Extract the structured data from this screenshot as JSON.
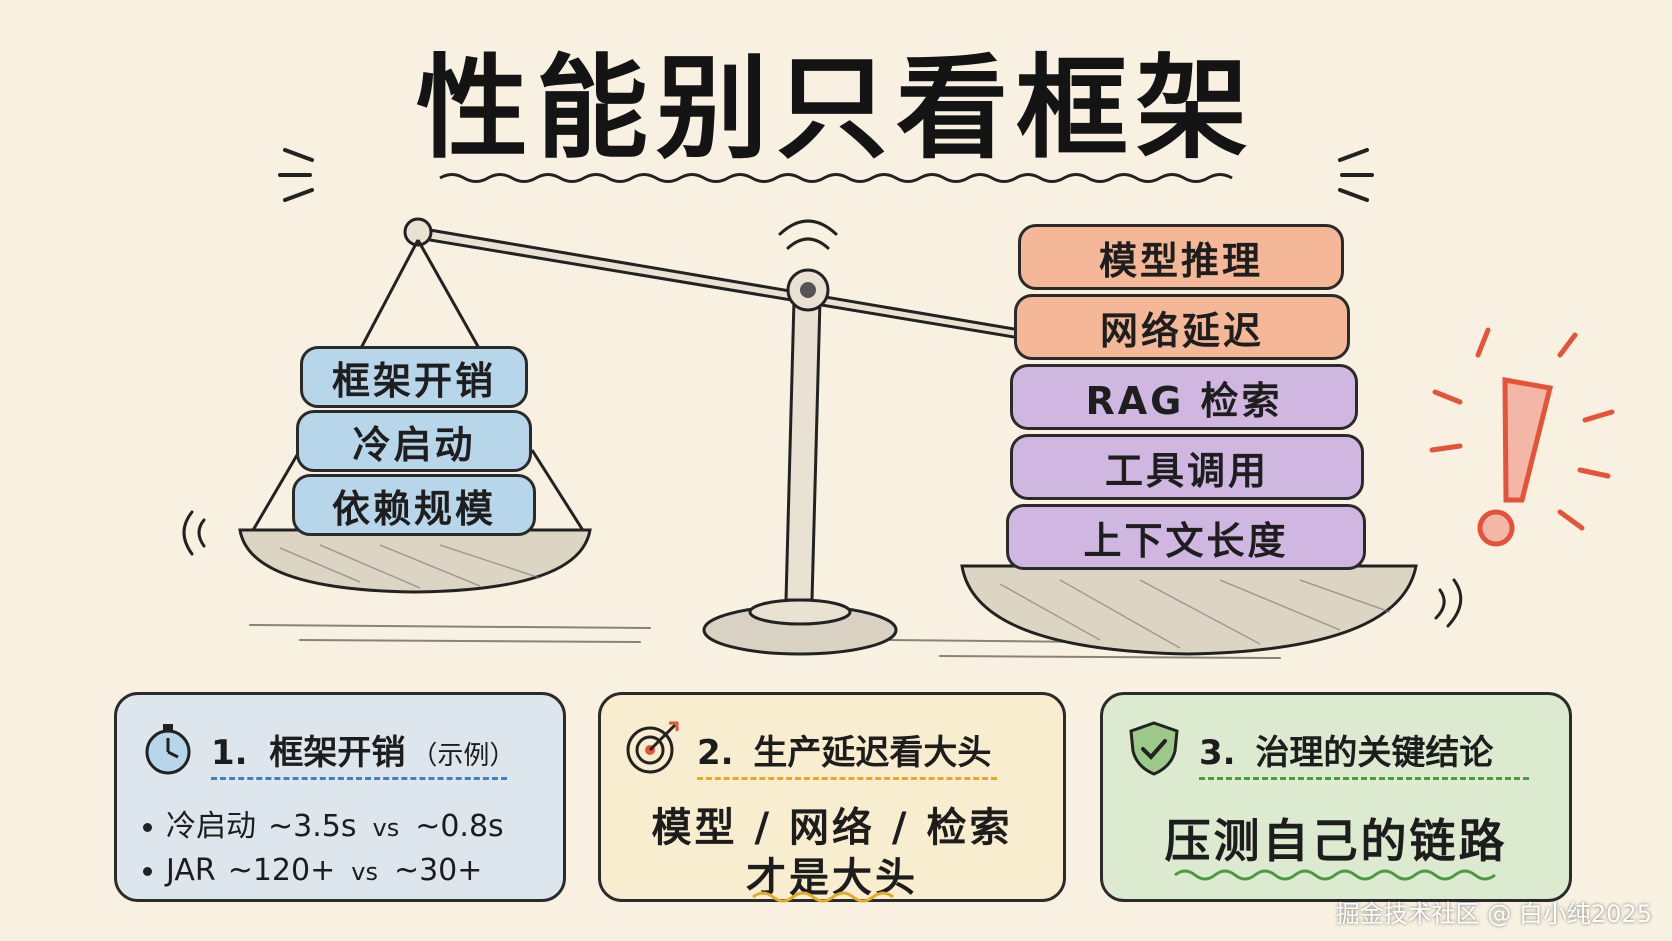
{
  "title": "性能别只看框架",
  "left_pan": {
    "items": [
      "框架开销",
      "冷启动",
      "依赖规模"
    ]
  },
  "right_pan": {
    "items": [
      "模型推理",
      "网络延迟",
      "RAG 检索",
      "工具调用",
      "上下文长度"
    ]
  },
  "warning_mark": "!",
  "cards": [
    {
      "number": "1.",
      "heading": "框架开销",
      "sub": "（示例）",
      "icon": "stopwatch-icon",
      "rows": [
        {
          "label": "冷启动",
          "a": "~3.5s",
          "vs": "vs",
          "b": "~0.8s"
        },
        {
          "label": "JAR",
          "a": "~120+",
          "vs": "vs",
          "b": "~30+"
        }
      ]
    },
    {
      "number": "2.",
      "heading": "生产延迟看大头",
      "icon": "target-icon",
      "line1": "模型 / 网络 / 检索",
      "line2": "才是大头"
    },
    {
      "number": "3.",
      "heading": "治理的关键结论",
      "icon": "shield-check-icon",
      "line1": "压测自己的链路"
    }
  ],
  "colors": {
    "background": "#f8f1e1",
    "blue_block": "#b7d6ea",
    "orange_block": "#f4b797",
    "purple_block": "#cfb7e2",
    "alert": "#e5543a"
  },
  "watermark": "掘金技术社区 @ 白小纯2025"
}
